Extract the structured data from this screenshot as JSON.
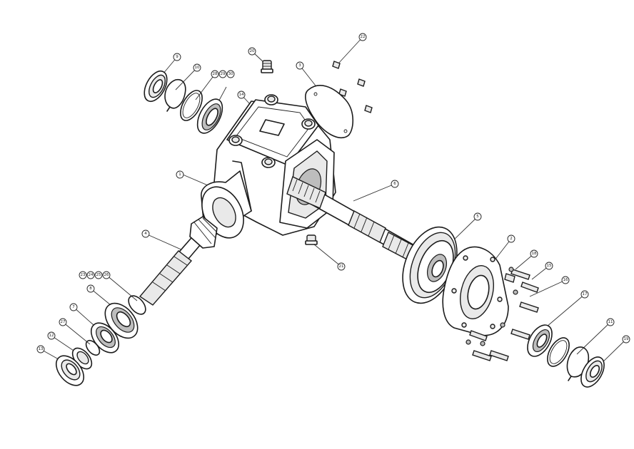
{
  "callouts": [
    {
      "id": "c1",
      "label": "1"
    },
    {
      "id": "c2",
      "label": "2"
    },
    {
      "id": "c3",
      "label": "3"
    },
    {
      "id": "c4",
      "label": "4"
    },
    {
      "id": "c5",
      "label": "5"
    },
    {
      "id": "c6",
      "label": "6"
    },
    {
      "id": "c7",
      "label": "7"
    },
    {
      "id": "c8",
      "label": "8"
    },
    {
      "id": "c9",
      "label": "9"
    },
    {
      "id": "c10",
      "label": "10"
    },
    {
      "id": "c11",
      "label": "11"
    },
    {
      "id": "c12",
      "label": "12"
    },
    {
      "id": "c13",
      "label": "13"
    },
    {
      "id": "c14",
      "label": "14"
    },
    {
      "id": "c15",
      "label": "15"
    },
    {
      "id": "c16",
      "label": "16"
    },
    {
      "id": "c17",
      "label": "17"
    },
    {
      "id": "c18",
      "label": "18"
    },
    {
      "id": "c19",
      "label": "19"
    },
    {
      "id": "c20",
      "label": "20"
    },
    {
      "id": "c21",
      "label": "21"
    },
    {
      "id": "c22",
      "label": "22"
    },
    {
      "id": "c23",
      "label": "23"
    },
    {
      "id": "c24",
      "label": "24"
    },
    {
      "id": "c25",
      "label": "25"
    },
    {
      "id": "c26",
      "label": "26"
    },
    {
      "id": "c27",
      "label": "27"
    },
    {
      "id": "c28",
      "label": "28"
    },
    {
      "id": "c29",
      "label": "29"
    },
    {
      "id": "c30",
      "label": "30"
    }
  ]
}
